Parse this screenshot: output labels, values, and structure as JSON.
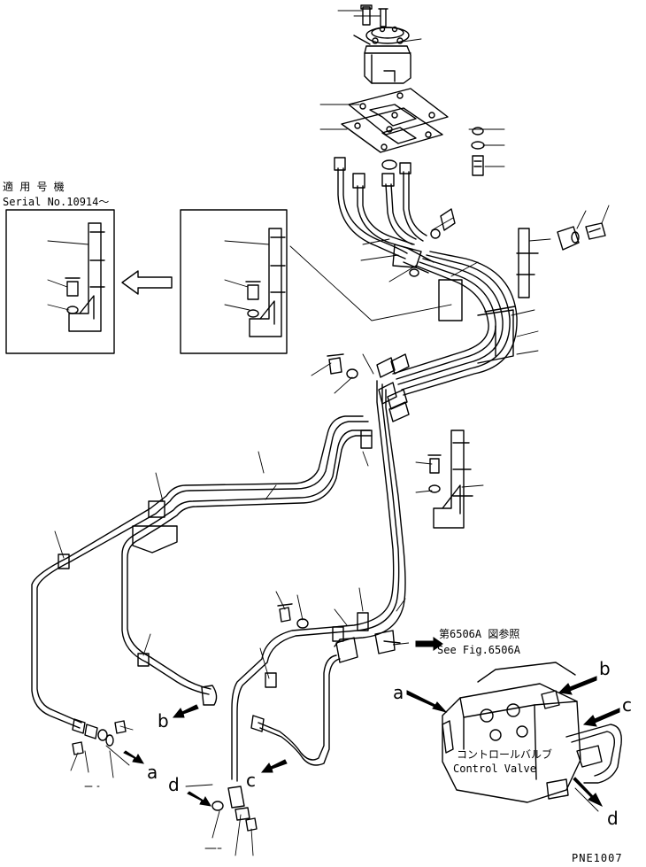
{
  "serial_note": {
    "jp": "適 用 号 機",
    "en": "Serial No.10914～"
  },
  "fig_reference": {
    "jp": "第6506A 図参照",
    "en": "See Fig.6506A"
  },
  "control_valve": {
    "jp": "コントロールバルブ",
    "en": "Control Valve"
  },
  "connection_letters": {
    "a_right": "a",
    "b_right": "b",
    "c_right": "c",
    "d_right": "d",
    "a_bottom": "a",
    "b_mid": "b",
    "c_mid": "c",
    "d_bottom": "d"
  },
  "drawing_code": "PNE1007",
  "colors": {
    "ink": "#000000",
    "paper": "#ffffff"
  }
}
